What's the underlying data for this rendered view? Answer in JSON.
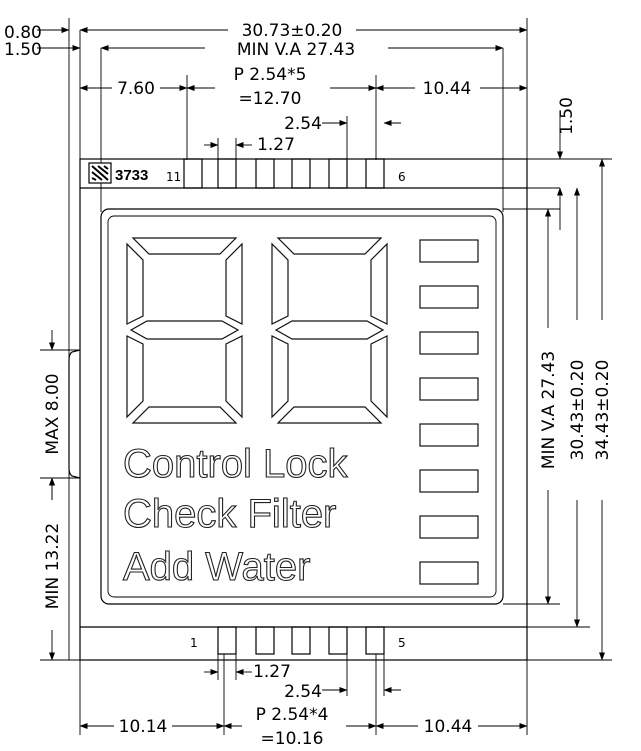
{
  "dimensions": {
    "overall_width": "30.73±0.20",
    "view_area_width": "MIN V.A 27.43",
    "left_offset_small": "0.80",
    "left_offset": "1.50",
    "top_left_to_pins": "7.60",
    "top_pitch_line1": "P 2.54*5",
    "top_pitch_line2": "=12.70",
    "top_right_to_pins": "10.44",
    "pin_spacing": "2.54",
    "pin_width": "1.27",
    "right_top_offset": "1.50",
    "height_va": "MIN V.A 27.43",
    "height_glass": "30.43±0.20",
    "height_overall": "34.43±0.20",
    "left_max": "MAX 8.00",
    "left_min": "MIN 13.22",
    "bottom_pin_width": "1.27",
    "bottom_pin_spacing": "2.54",
    "bottom_left_to_pins": "10.14",
    "bottom_pitch_line1": "P 2.54*4",
    "bottom_pitch_line2": "=10.16",
    "bottom_right_to_pins": "10.44"
  },
  "module": {
    "logo_number": "3733",
    "pin_top_left": "11",
    "pin_top_right": "6",
    "pin_bottom_left": "1",
    "pin_bottom_right": "5"
  },
  "display": {
    "digits": [
      "8",
      "8"
    ],
    "labels": [
      "Control Lock",
      "Check Filter",
      "Add Water"
    ],
    "indicator_count": 8
  }
}
